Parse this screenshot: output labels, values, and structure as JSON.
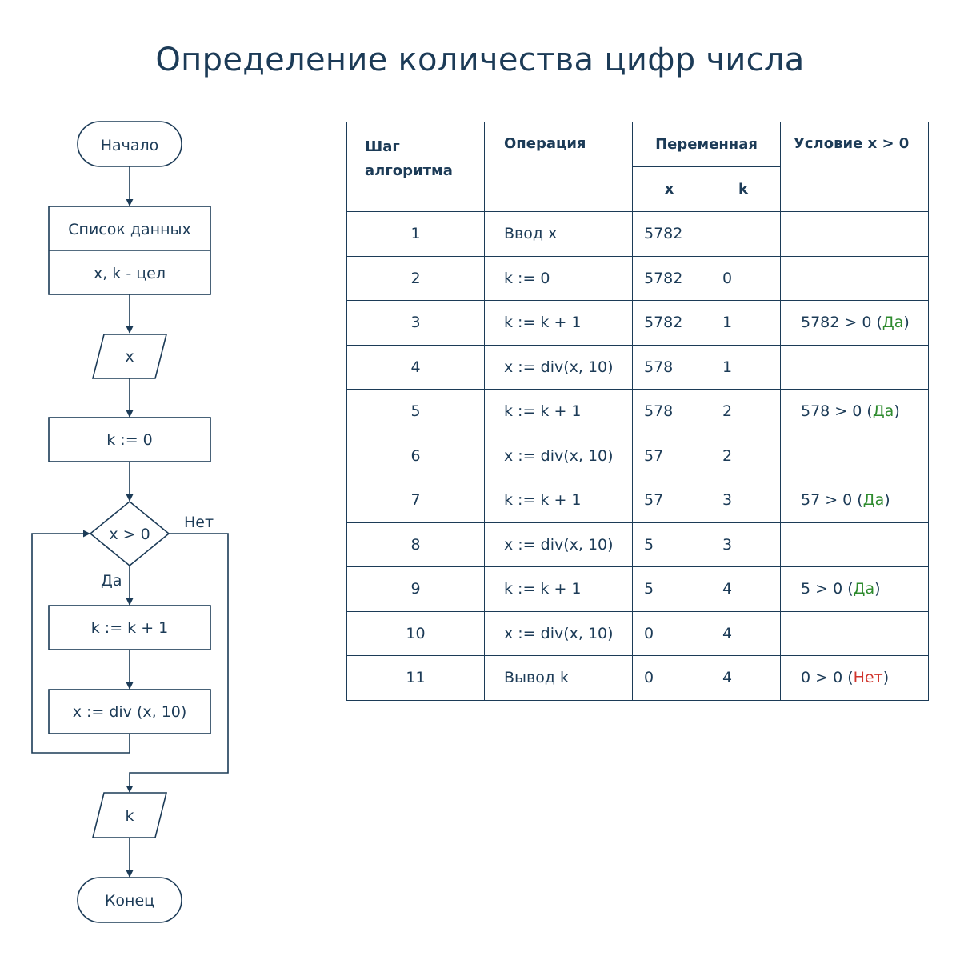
{
  "title": "Определение количества цифр числа",
  "flowchart": {
    "start": "Начало",
    "data_list_title": "Список данных",
    "data_list_vars": "x, k - цел",
    "input_x": "x",
    "init_k": "k := 0",
    "condition": "x > 0",
    "label_no": "Нет",
    "label_yes": "Да",
    "increment": "k := k + 1",
    "divide": "x := div (x, 10)",
    "output_k": "k",
    "end": "Конец"
  },
  "table": {
    "headers": {
      "step_line1": "Шаг",
      "step_line2": "алгоритма",
      "operation": "Операция",
      "variable": "Переменная",
      "var_x": "x",
      "var_k": "k",
      "condition": "Условие x > 0"
    },
    "rows": [
      {
        "step": "1",
        "op": "Ввод x",
        "x": "5782",
        "k": "",
        "cond_expr": "",
        "cond_ans": "",
        "ans_type": ""
      },
      {
        "step": "2",
        "op": "k := 0",
        "x": "5782",
        "k": "0",
        "cond_expr": "",
        "cond_ans": "",
        "ans_type": ""
      },
      {
        "step": "3",
        "op": "k := k + 1",
        "x": "5782",
        "k": "1",
        "cond_expr": "5782 > 0",
        "cond_ans": "Да",
        "ans_type": "yes"
      },
      {
        "step": "4",
        "op": "x := div(x, 10)",
        "x": "578",
        "k": "1",
        "cond_expr": "",
        "cond_ans": "",
        "ans_type": ""
      },
      {
        "step": "5",
        "op": "k := k + 1",
        "x": "578",
        "k": "2",
        "cond_expr": "578 > 0",
        "cond_ans": "Да",
        "ans_type": "yes"
      },
      {
        "step": "6",
        "op": "x := div(x, 10)",
        "x": "57",
        "k": "2",
        "cond_expr": "",
        "cond_ans": "",
        "ans_type": ""
      },
      {
        "step": "7",
        "op": "k := k + 1",
        "x": "57",
        "k": "3",
        "cond_expr": "57 > 0",
        "cond_ans": "Да",
        "ans_type": "yes"
      },
      {
        "step": "8",
        "op": "x := div(x, 10)",
        "x": "5",
        "k": "3",
        "cond_expr": "",
        "cond_ans": "",
        "ans_type": ""
      },
      {
        "step": "9",
        "op": "k := k + 1",
        "x": "5",
        "k": "4",
        "cond_expr": "5 > 0",
        "cond_ans": "Да",
        "ans_type": "yes"
      },
      {
        "step": "10",
        "op": "x := div(x, 10)",
        "x": "0",
        "k": "4",
        "cond_expr": "",
        "cond_ans": "",
        "ans_type": ""
      },
      {
        "step": "11",
        "op": "Вывод k",
        "x": "0",
        "k": "4",
        "cond_expr": "0 > 0",
        "cond_ans": "Нет",
        "ans_type": "no"
      }
    ]
  },
  "colors": {
    "ink": "#1c3b57",
    "yes": "#2e8b2e",
    "no": "#d0342c"
  }
}
